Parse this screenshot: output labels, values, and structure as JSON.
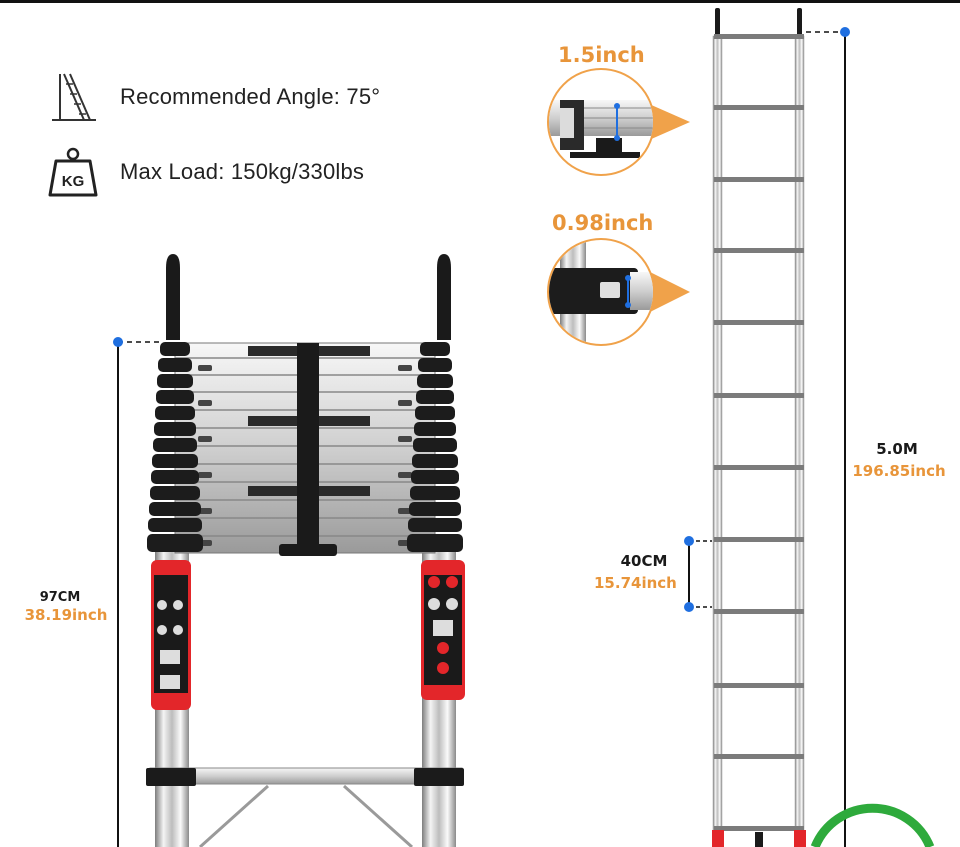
{
  "specs": {
    "angle_text": "Recommended Angle: 75°",
    "load_text": "Max Load: 150kg/330lbs",
    "kg_icon_label": "KG"
  },
  "callouts": {
    "rung_height": "1.5inch",
    "tube_thickness": "0.98inch"
  },
  "dimensions": {
    "collapsed_cm": "97CM",
    "collapsed_inch": "38.19inch",
    "extended_m": "5.0M",
    "extended_inch": "196.85inch",
    "rung_gap_cm": "40CM",
    "rung_gap_inch": "15.74inch"
  },
  "colors": {
    "accent_orange": "#f0a24a",
    "dim_blue": "#1f6fe0",
    "safety_red": "#e3262a",
    "badge_green": "#2eaa3c"
  }
}
